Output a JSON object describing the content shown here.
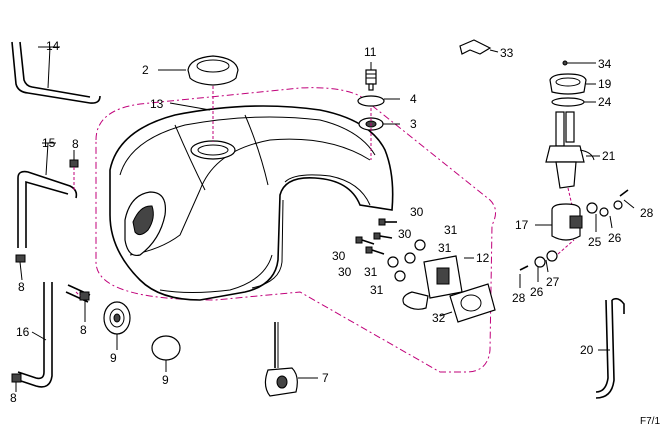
{
  "diagram": {
    "footer_code": "F7/1",
    "labels": {
      "p2": "2",
      "p3": "3",
      "p4": "4",
      "p7": "7",
      "p8a": "8",
      "p8b": "8",
      "p8c": "8",
      "p8d": "8",
      "p9a": "9",
      "p9b": "9",
      "p11": "11",
      "p12": "12",
      "p13": "13",
      "p14": "14",
      "p15": "15",
      "p16": "16",
      "p17": "17",
      "p19": "19",
      "p20": "20",
      "p21": "21",
      "p24": "24",
      "p25": "25",
      "p26a": "26",
      "p26b": "26",
      "p27": "27",
      "p28a": "28",
      "p28b": "28",
      "p30a": "30",
      "p30b": "30",
      "p30c": "30",
      "p30d": "30",
      "p31a": "31",
      "p31b": "31",
      "p31c": "31",
      "p31d": "31",
      "p32": "32",
      "p33": "33",
      "p34": "34"
    }
  }
}
